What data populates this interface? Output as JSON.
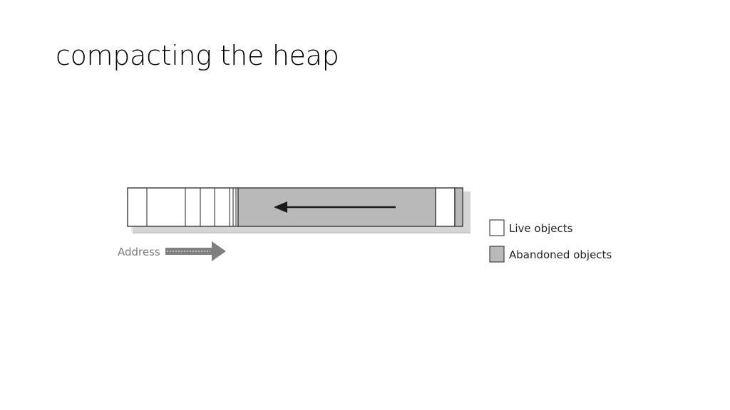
{
  "slide": {
    "title": "compacting the heap"
  },
  "heap_diagram": {
    "address_label": "Address",
    "legend": {
      "live_label": "Live objects",
      "abandoned_label": "Abandoned objects"
    },
    "colors": {
      "live": "#ffffff",
      "abandoned": "#b9b9b9",
      "outline": "#444444",
      "shadow": "#c8c8c8",
      "address_arrow": "#7f7f7f",
      "address_text": "#7a7a7a",
      "move_arrow": "#1a1a1a"
    }
  }
}
